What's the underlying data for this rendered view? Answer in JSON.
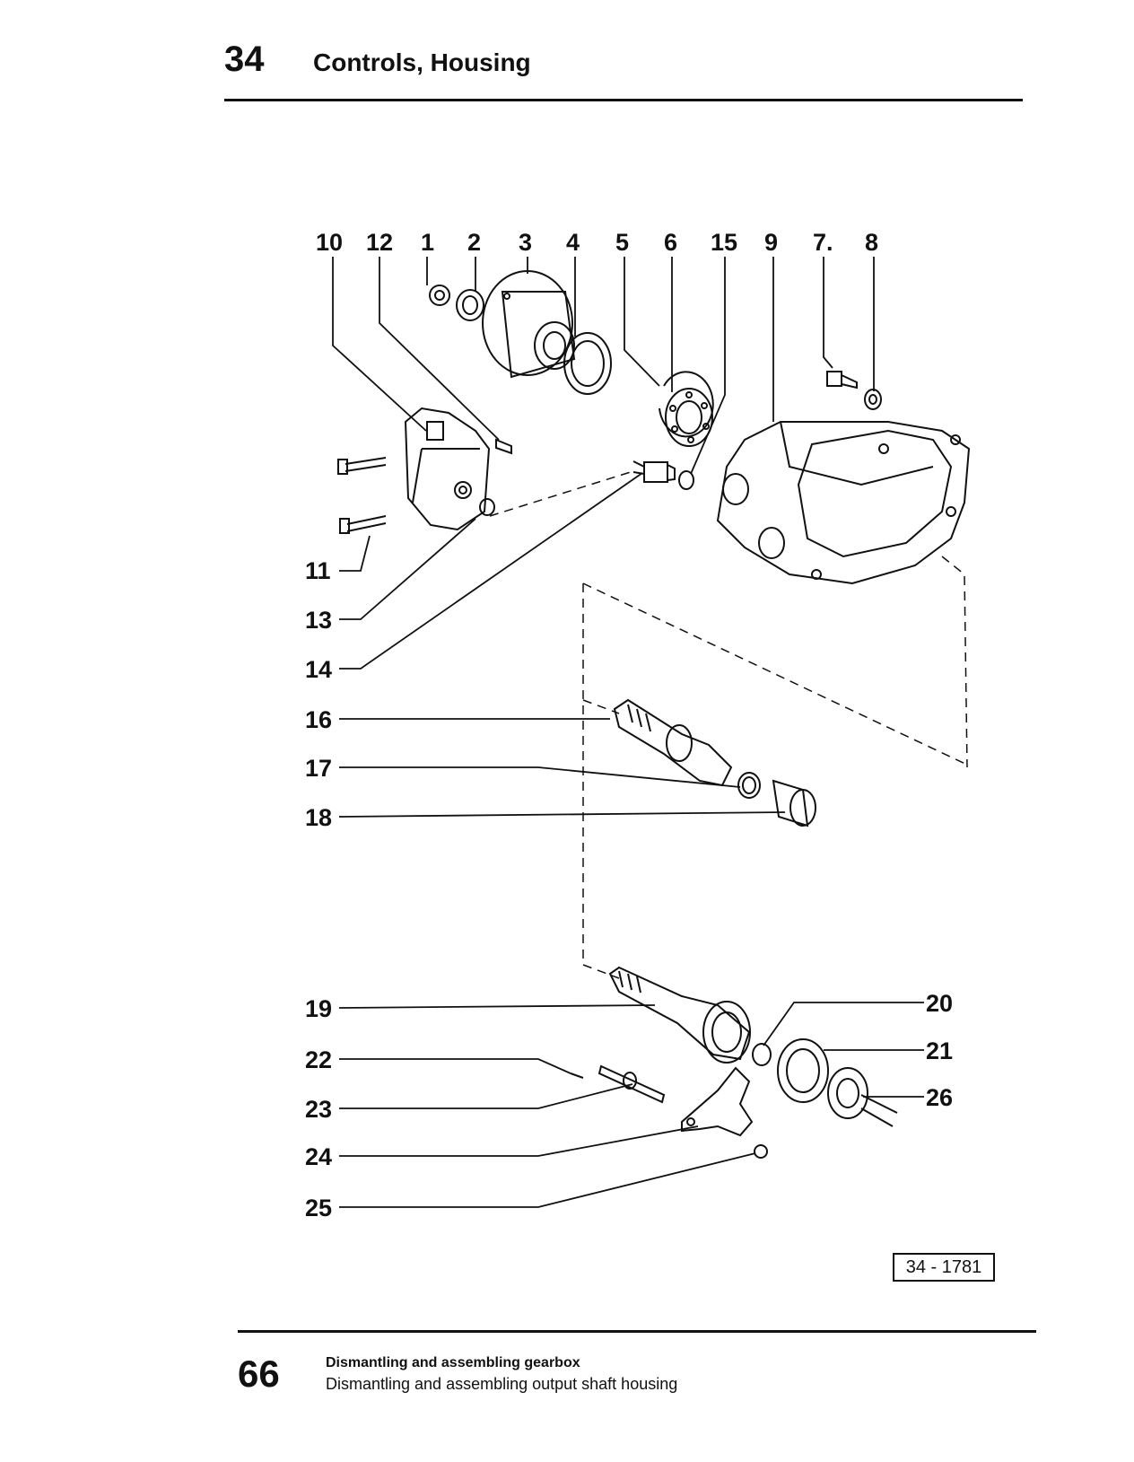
{
  "header": {
    "section": "34",
    "title": "Controls, Housing"
  },
  "figure": {
    "ref": "34 - 1781",
    "labels": {
      "l10": "10",
      "l12": "12",
      "l1": "1",
      "l2": "2",
      "l3": "3",
      "l4": "4",
      "l5": "5",
      "l6": "6",
      "l15": "15",
      "l9": "9",
      "l7": "7.",
      "l8": "8",
      "l11": "11",
      "l13": "13",
      "l14": "14",
      "l16": "16",
      "l17": "17",
      "l18": "18",
      "l19": "19",
      "l20": "20",
      "l21": "21",
      "l22": "22",
      "l23": "23",
      "l24": "24",
      "l25": "25",
      "l26": "26"
    }
  },
  "footer": {
    "page": "66",
    "line1": "Dismantling and assembling gearbox",
    "line2": "Dismantling and assembling output shaft housing"
  }
}
